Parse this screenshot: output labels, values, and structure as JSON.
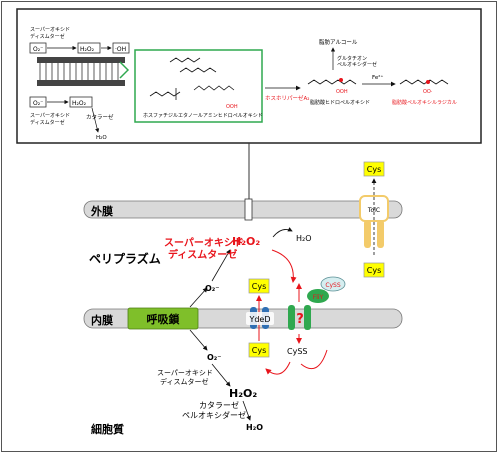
{
  "inset": {
    "sod_top": "スーパーオキシド\nディスムターゼ",
    "o2_top": "O₂⁻",
    "h2o2_top": "H₂O₂",
    "oh_top": "·OH",
    "o2_bottom": "O₂⁻",
    "h2o2_bottom": "H₂O₂",
    "sod_bottom": "スーパーオキシド\nディスムターゼ",
    "catalase_small": "カタラーゼ",
    "h2o_small": "H₂O",
    "oh_label": "OOH",
    "pe_label": "ホスファチジルエタノールアミンヒドロペルオキシド",
    "pla2_label": "ホスホリパーゼA₂",
    "fatty_alcohol": "脂肪アルコール",
    "gpx_label": "グルタチオン\nペルオキシダーゼ",
    "fa_hydroperoxide": "脂肪酸ヒドロペルオキシド",
    "fe_label": "Fe²⁺",
    "fa_radical": "脂肪酸ペルオキシルラジカル",
    "ooh2": "OOH",
    "oo": "OO·"
  },
  "main": {
    "outer_membrane": "外膜",
    "periplasm": "ペリプラズム",
    "inner_membrane": "内膜",
    "cytoplasm": "細胞質",
    "respiratory_chain": "呼吸鎖",
    "sod_periplasm_1": "スーパーオキシド",
    "sod_periplasm_2": "ディスムターゼ",
    "h2o2_peri": "H₂O₂",
    "h2o_peri": "H₂O",
    "o2_peri": "O₂⁻",
    "o2_cyto": "O₂⁻",
    "sod_cyto_1": "スーパーオキシド",
    "sod_cyto_2": "ディスムターゼ",
    "h2o2_cyto": "H₂O₂",
    "catalase_1": "カタラーゼ",
    "catalase_2": "ペルオキシダーゼ",
    "h2o_cyto": "H₂O",
    "cys_top_right": "Cys",
    "tolc": "TolC",
    "cys_right_lower": "Cys",
    "cys_peri": "Cys",
    "cys_cyto": "Cys",
    "ydeD": "YdeD",
    "unknown": "?",
    "cyss_cyto": "CySS",
    "cyss_peri": "CySS",
    "fliy": "FliY"
  },
  "colors": {
    "membrane": "#d9d9d9",
    "cys_box": "#ffff00",
    "red": "#e8141b",
    "green_box": "#7fbf2a",
    "transporter_green": "#2fa84f",
    "ydeD_blue": "#2f6fb3",
    "tolc_yellow": "#f3cb6a"
  }
}
